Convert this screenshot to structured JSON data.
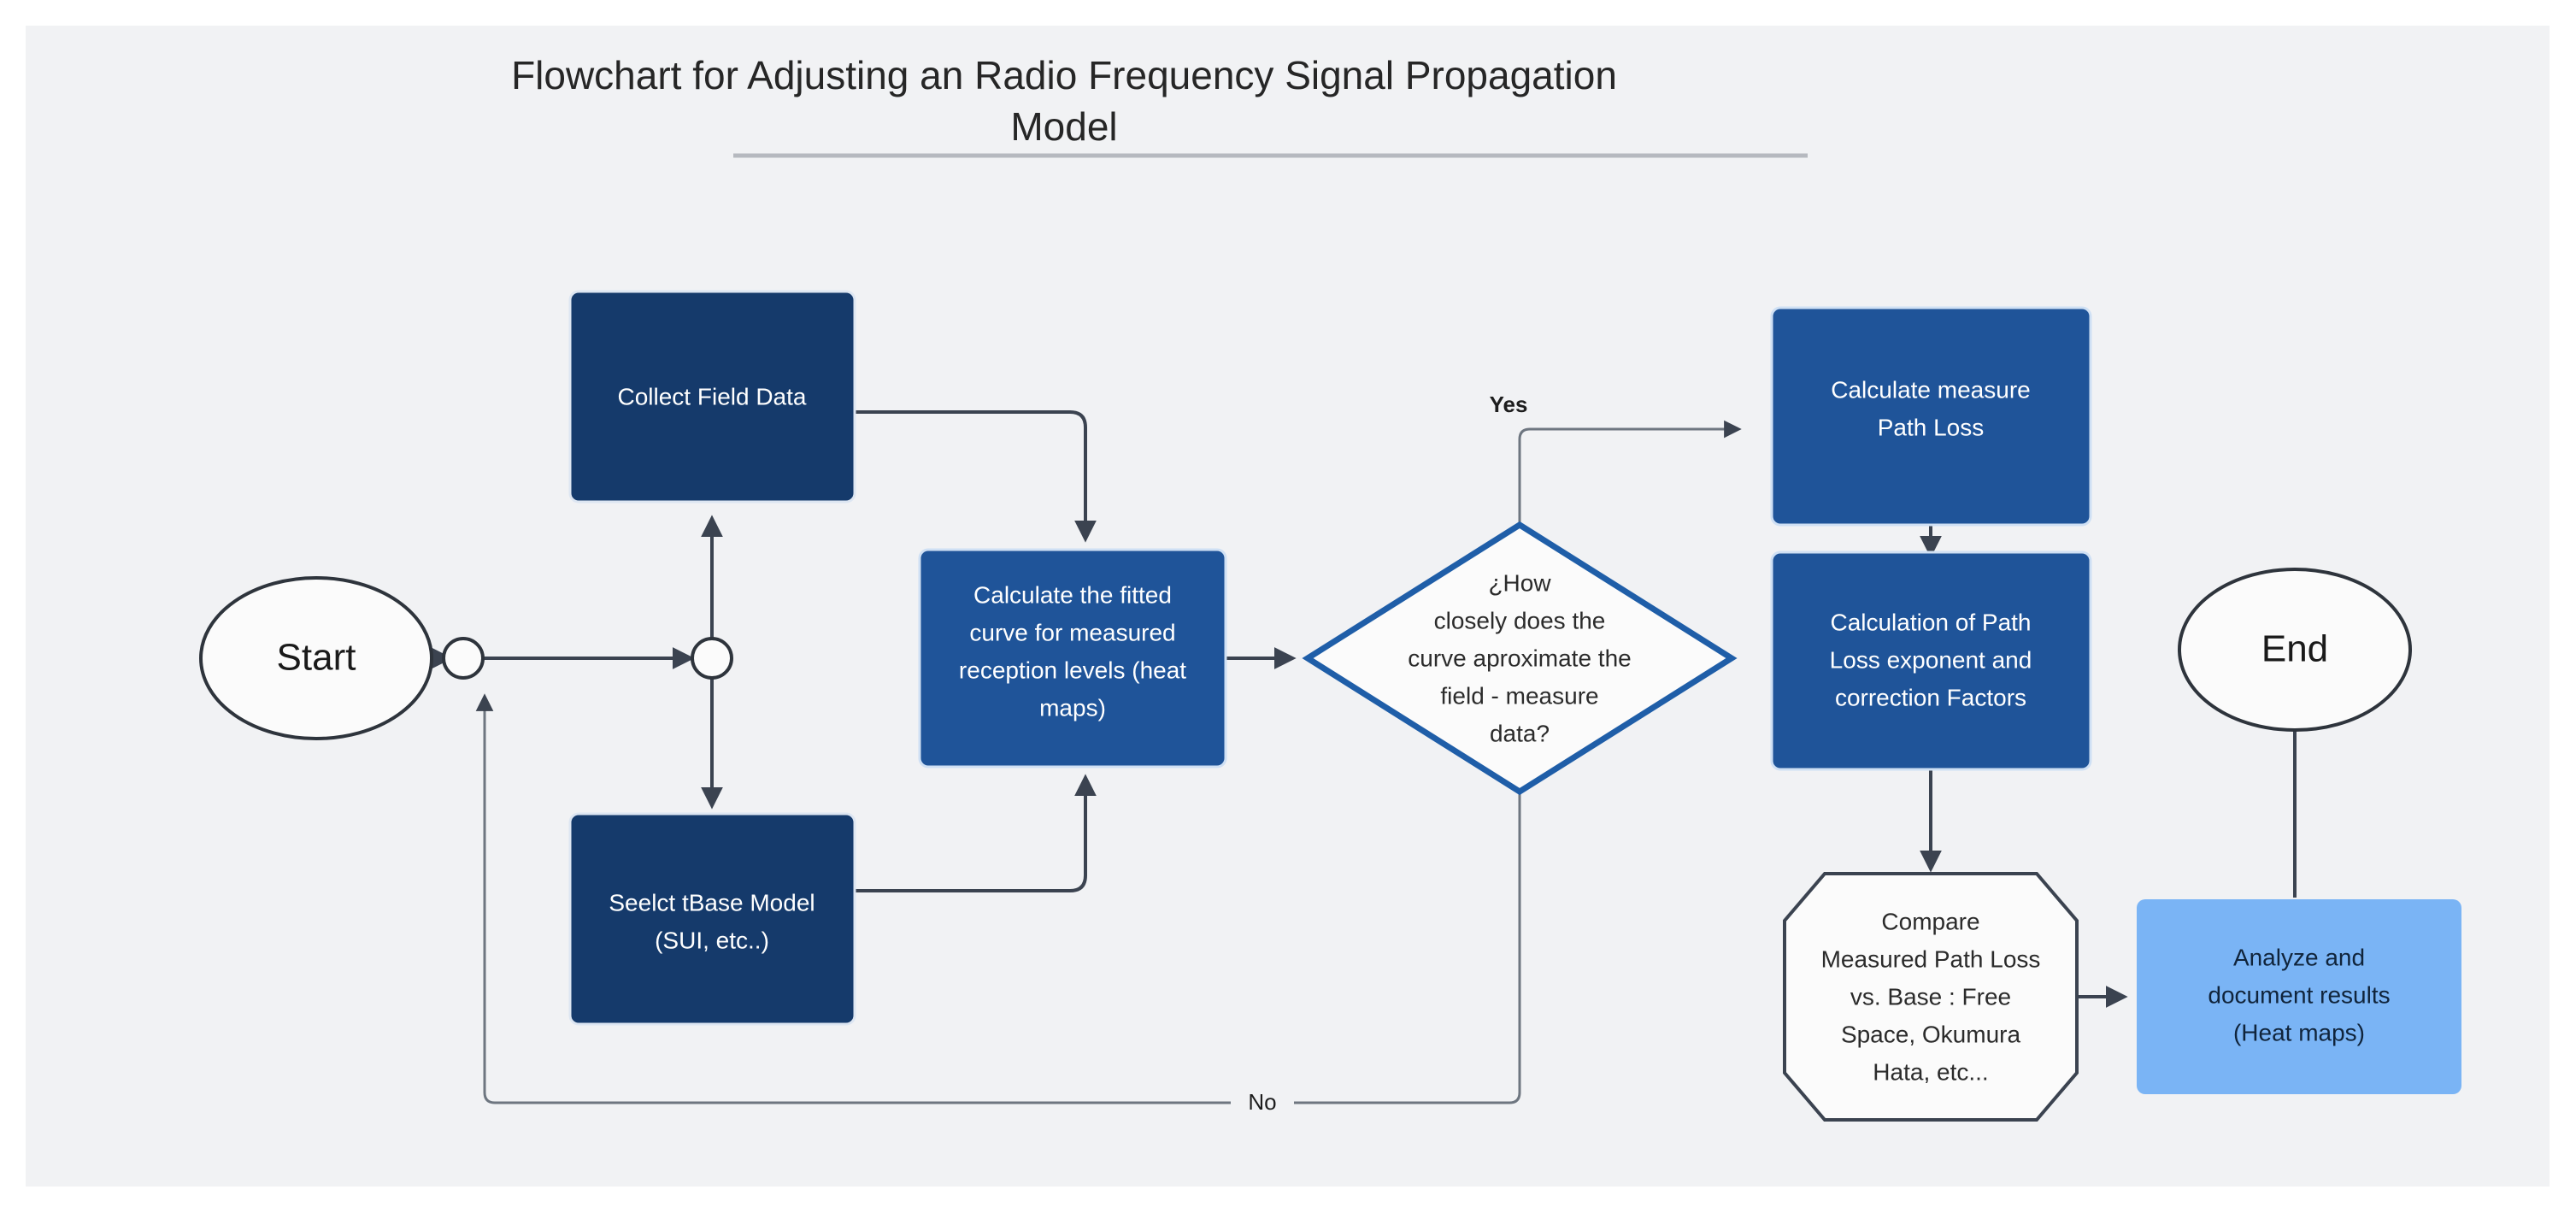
{
  "diagram": {
    "title_line1": "Flowchart for Adjusting an Radio Frequency Signal Propagation",
    "title_line2": "Model",
    "background_color": "#f1f2f4",
    "page_color": "#ffffff",
    "palette": {
      "navy": "#153a6b",
      "blue": "#1f5499",
      "light_blue": "#7ab4f5",
      "white": "#fbfbfb",
      "outline": "#3b4350",
      "diamond_border": "#1f5ea8",
      "edge": "#3b4350",
      "edge_thin": "#6e7680",
      "rule": "#b6b9bf"
    },
    "nodes": [
      {
        "id": "start",
        "shape": "ellipse",
        "label": "Start",
        "fill": "#fbfbfb",
        "stroke": "#2e343c"
      },
      {
        "id": "junction-1",
        "shape": "circle",
        "label": "",
        "fill": "#fbfbfb",
        "stroke": "#2e343c"
      },
      {
        "id": "junction-2",
        "shape": "circle",
        "label": "",
        "fill": "#fbfbfb",
        "stroke": "#2e343c"
      },
      {
        "id": "collect-field-data",
        "shape": "rect",
        "label": "Collect Field Data",
        "lines": [
          "Collect Field Data"
        ],
        "fill": "#153a6b",
        "text_color": "#ffffff"
      },
      {
        "id": "select-base-model",
        "shape": "rect",
        "label": "Seelct tBase Model (SUI, etc..)",
        "lines": [
          "Seelct tBase Model",
          "(SUI, etc..)"
        ],
        "fill": "#153a6b",
        "text_color": "#ffffff"
      },
      {
        "id": "calculate-fitted-curve",
        "shape": "rect",
        "label": "Calculate the fitted curve for measured reception levels (heat maps)",
        "lines": [
          "Calculate the fitted",
          "curve for measured",
          "reception levels (heat",
          "maps)"
        ],
        "fill": "#1f5499",
        "text_color": "#ffffff"
      },
      {
        "id": "decision-curve-approximation",
        "shape": "diamond",
        "label": "¿How closely does the curve aproximate the field - measure data?",
        "lines": [
          "¿How",
          "closely does the",
          "curve aproximate the",
          "field - measure",
          "data?"
        ],
        "fill": "#fbfbfb",
        "stroke": "#1f5ea8",
        "text_color": "#2b2b2b"
      },
      {
        "id": "calculate-measure-path-loss",
        "shape": "rect",
        "label": "Calculate measure Path Loss",
        "lines": [
          "Calculate measure",
          "Path Loss"
        ],
        "fill": "#1f5499",
        "text_color": "#ffffff"
      },
      {
        "id": "calculation-path-loss-exponent",
        "shape": "rect",
        "label": "Calculation  of Path Loss exponent and correction Factors",
        "lines": [
          "Calculation  of Path",
          "Loss exponent and",
          "correction Factors"
        ],
        "fill": "#1f5499",
        "text_color": "#ffffff"
      },
      {
        "id": "compare-path-loss",
        "shape": "octagon",
        "label": "Compare Measured Path Loss vs. Base : Free Space, Okumura Hata, etc...",
        "lines": [
          "Compare",
          "Measured Path Loss",
          "vs. Base : Free",
          "Space, Okumura",
          "Hata, etc..."
        ],
        "fill": "#fbfbfb",
        "stroke": "#3b4350",
        "text_color": "#2b2b2b"
      },
      {
        "id": "analyze-document-results",
        "shape": "rect",
        "label": "Analyze and document results (Heat maps)",
        "lines": [
          "Analyze and",
          "document results",
          "(Heat maps)"
        ],
        "fill": "#7ab4f5",
        "text_color": "#10243b"
      },
      {
        "id": "end",
        "shape": "ellipse",
        "label": "End",
        "fill": "#fbfbfb",
        "stroke": "#2e343c"
      }
    ],
    "edges": [
      {
        "id": "start-to-junction1",
        "from": "start",
        "to": "junction-1",
        "label": ""
      },
      {
        "id": "junction1-to-junction2",
        "from": "junction-1",
        "to": "junction-2",
        "label": ""
      },
      {
        "id": "junction2-to-collect",
        "from": "junction-2",
        "to": "collect-field-data",
        "label": ""
      },
      {
        "id": "junction2-to-select",
        "from": "junction-2",
        "to": "select-base-model",
        "label": ""
      },
      {
        "id": "collect-to-curve",
        "from": "collect-field-data",
        "to": "calculate-fitted-curve",
        "label": ""
      },
      {
        "id": "select-to-curve",
        "from": "select-base-model",
        "to": "calculate-fitted-curve",
        "label": ""
      },
      {
        "id": "curve-to-decision",
        "from": "calculate-fitted-curve",
        "to": "decision-curve-approximation",
        "label": ""
      },
      {
        "id": "decision-yes",
        "from": "decision-curve-approximation",
        "to": "calculate-measure-path-loss",
        "label": "Yes"
      },
      {
        "id": "decision-no",
        "from": "decision-curve-approximation",
        "to": "junction-1",
        "label": "No"
      },
      {
        "id": "measure-to-exponent",
        "from": "calculate-measure-path-loss",
        "to": "calculation-path-loss-exponent",
        "label": ""
      },
      {
        "id": "exponent-to-compare",
        "from": "calculation-path-loss-exponent",
        "to": "compare-path-loss",
        "label": ""
      },
      {
        "id": "compare-to-analyze",
        "from": "compare-path-loss",
        "to": "analyze-document-results",
        "label": ""
      },
      {
        "id": "analyze-to-end",
        "from": "analyze-document-results",
        "to": "end",
        "label": ""
      }
    ],
    "edge_labels": {
      "yes": "Yes",
      "no": "No"
    }
  }
}
